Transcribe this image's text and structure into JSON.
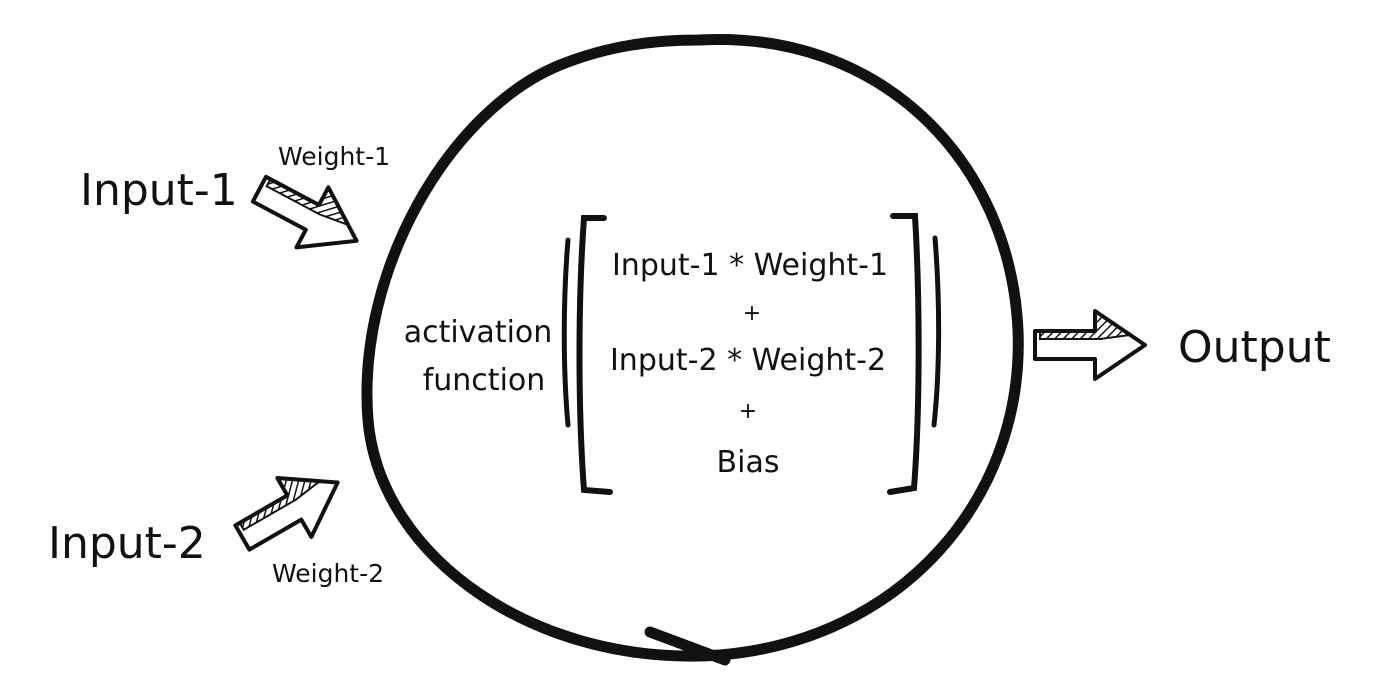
{
  "inputs": [
    {
      "label": "Input-1",
      "weight": "Weight-1"
    },
    {
      "label": "Input-2",
      "weight": "Weight-2"
    }
  ],
  "neuron": {
    "activation_line1": "activation",
    "activation_line2": "function",
    "formula": {
      "term1": "Input-1 * Weight-1",
      "plus1": "+",
      "term2": "Input-2 * Weight-2",
      "plus2": "+",
      "bias": "Bias"
    }
  },
  "output": {
    "label": "Output"
  },
  "colors": {
    "ink": "#111111",
    "background": "#ffffff"
  }
}
